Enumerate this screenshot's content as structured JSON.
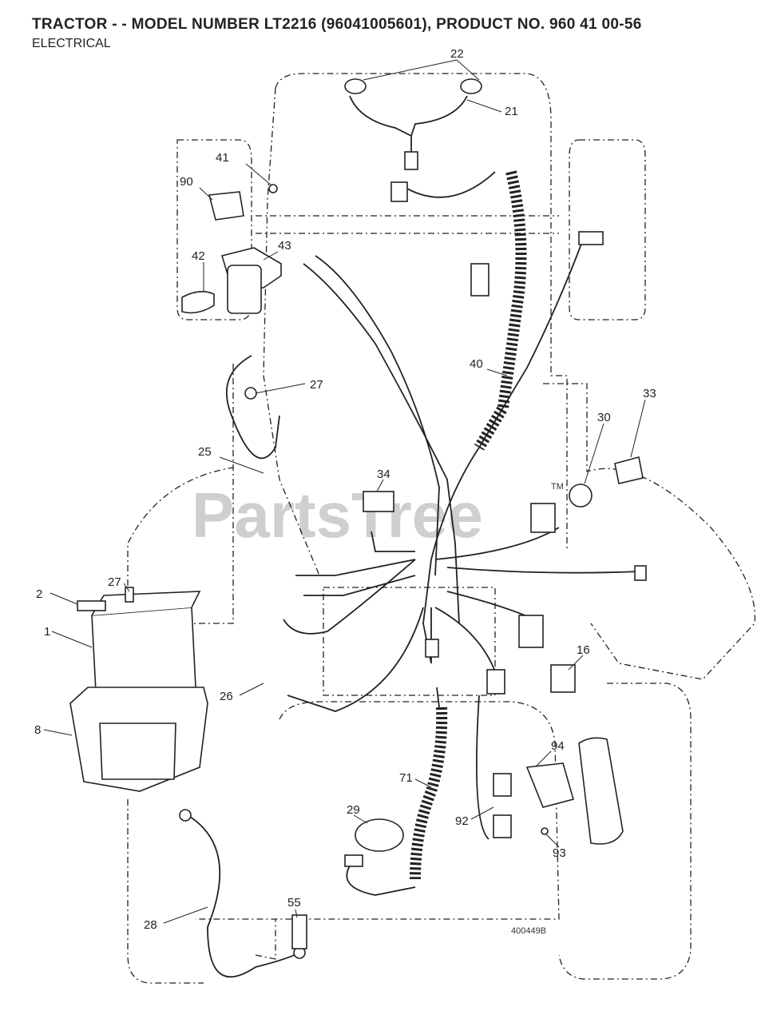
{
  "header": {
    "title": "TRACTOR - - MODEL NUMBER LT2216 (96041005601), PRODUCT NO. 960 41 00-56",
    "subtitle": "ELECTRICAL"
  },
  "watermark": {
    "text": "PartsTree",
    "tm": "TM"
  },
  "reference": "400449B",
  "callouts": [
    "22",
    "21",
    "41",
    "90",
    "43",
    "42",
    "40",
    "27",
    "33",
    "30",
    "25",
    "34",
    "2",
    "27",
    "1",
    "16",
    "26",
    "8",
    "94",
    "71",
    "29",
    "92",
    "93",
    "55",
    "28"
  ]
}
